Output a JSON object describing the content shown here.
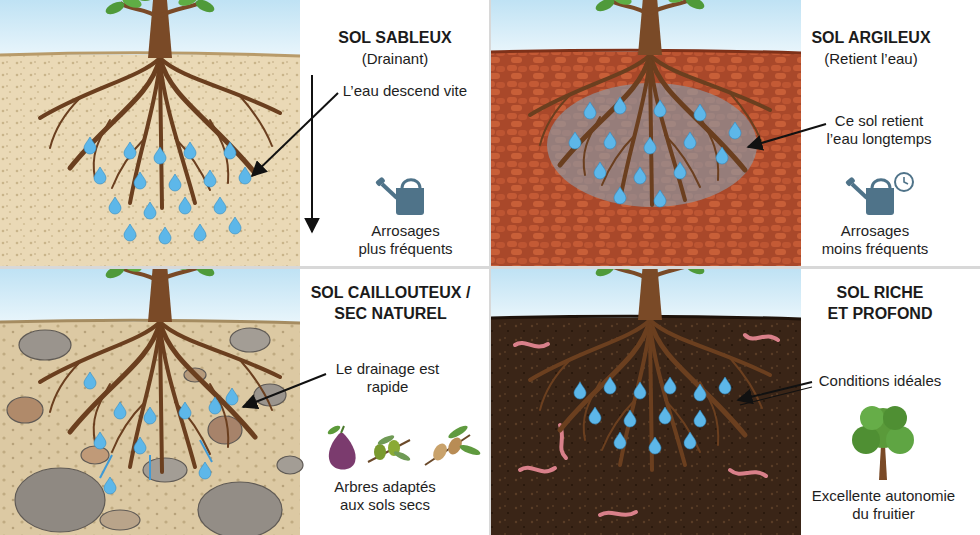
{
  "diagram": {
    "nodes": [
      {
        "text": [
          "SOL SABLEUX",
          "(Drainant)"
        ]
      },
      {
        "text": [
          "SOL ARGILEUX",
          "(Retient l’eau)"
        ]
      },
      {
        "text": [
          "SOL CAILLOUTEUX / SEC NATUREL"
        ]
      },
      {
        "text": [
          "SOL RICHE ET PROFOND"
        ]
      }
    ],
    "labels": [
      "L’eau descend vite",
      "Arrosages plus fréquents",
      "Ce sol retient l’eau longtemps",
      "Arrosages moins fréquents",
      "Le drainage est rapide",
      "Arbres adaptés aux sols secs",
      "Conditions idéales",
      "Excellente autonomie du fruitier"
    ]
  }
}
